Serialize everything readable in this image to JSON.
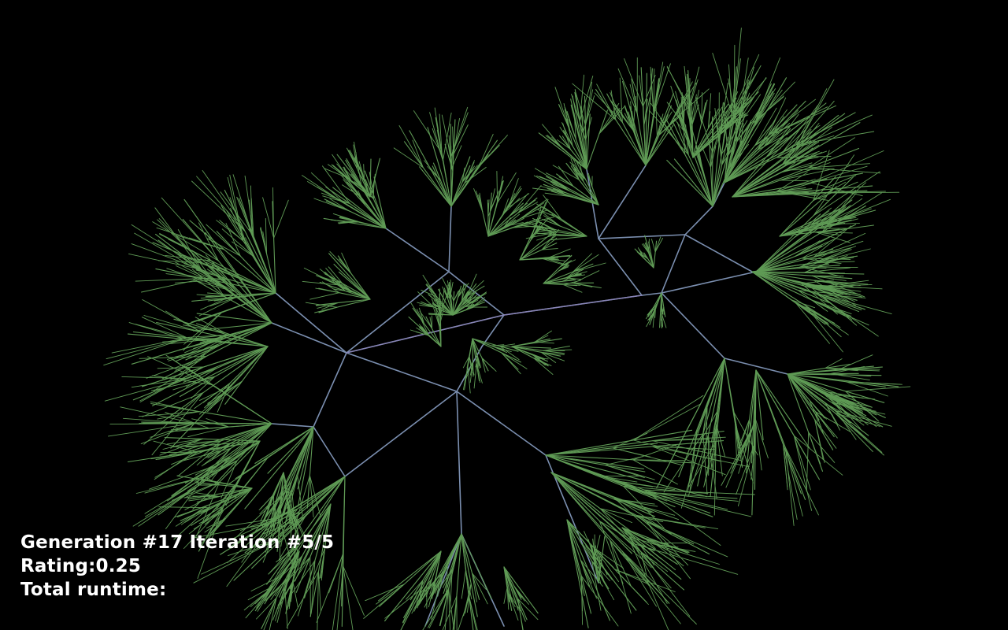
{
  "hud": {
    "generation_line": "Generation #17 Iteration #5/5",
    "rating_line": "Rating:0.25",
    "runtime_line": "Total runtime:"
  },
  "colors": {
    "background": "#000000",
    "trunk": "#7b8fb0",
    "inner_branch": "#8a84b8",
    "twig": "#5f9a55",
    "text": "#ffffff"
  }
}
